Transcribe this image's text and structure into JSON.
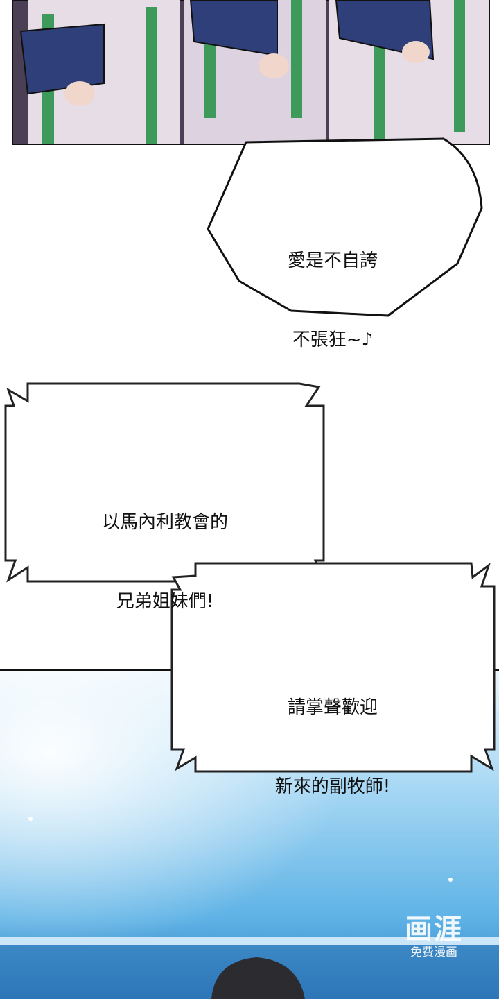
{
  "bubbles": [
    {
      "lines": [
        "愛是不自誇",
        "不張狂~♪"
      ]
    },
    {
      "lines": [
        "以馬內利教會的",
        "兄弟姐妹們!"
      ]
    },
    {
      "lines": [
        "請掌聲歡迎",
        "新來的副牧師!"
      ]
    }
  ],
  "watermark": {
    "logo": "画涯",
    "tagline": "免费漫画"
  },
  "colors": {
    "choir_panel": "#4a3f55",
    "robe": "#e6dde6",
    "robe_trim": "#3e9a5a",
    "book": "#2f3f7a",
    "sky_blue": "#5fb6e8"
  }
}
